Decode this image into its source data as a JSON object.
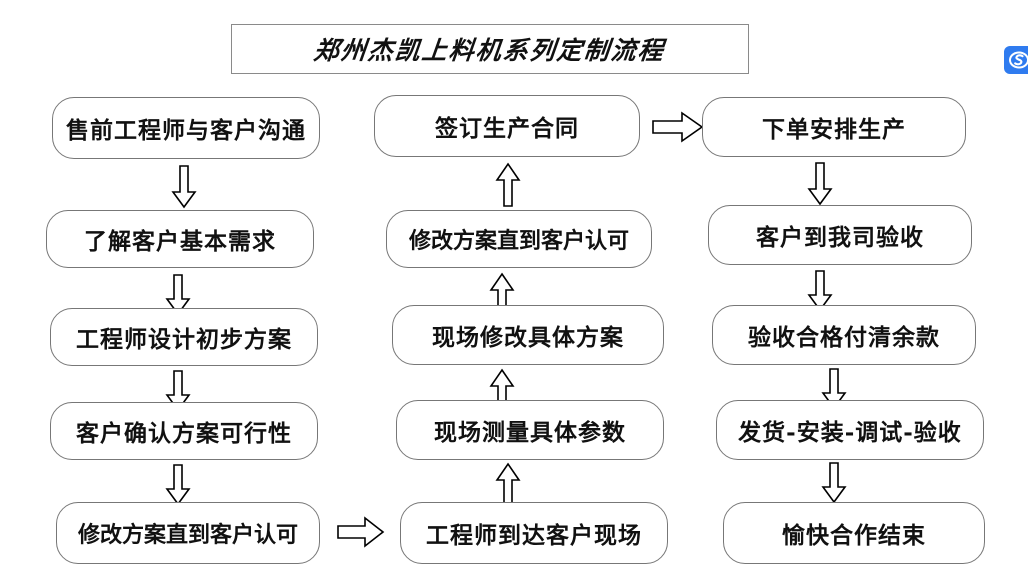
{
  "page": {
    "title": "郑州杰凯上料机系列定制流程",
    "background_color": "#ffffff",
    "border_color": "#777777",
    "text_color": "#111111",
    "watermark_color": "#2f7bef"
  },
  "flow": {
    "columns": [
      {
        "id": "column-1",
        "direction": "top-to-bottom",
        "nodes": [
          {
            "label": "售前工程师与客户沟通"
          },
          {
            "label": "了解客户基本需求"
          },
          {
            "label": "工程师设计初步方案"
          },
          {
            "label": "客户确认方案可行性"
          },
          {
            "label": "修改方案直到客户认可"
          }
        ]
      },
      {
        "id": "column-2",
        "direction": "bottom-to-top",
        "nodes": [
          {
            "label": "签订生产合同"
          },
          {
            "label": "修改方案直到客户认可"
          },
          {
            "label": "现场修改具体方案"
          },
          {
            "label": "现场测量具体参数"
          },
          {
            "label": "工程师到达客户现场"
          }
        ]
      },
      {
        "id": "column-3",
        "direction": "top-to-bottom",
        "nodes": [
          {
            "label": "下单安排生产"
          },
          {
            "label": "客户到我司验收"
          },
          {
            "label": "验收合格付清余款"
          },
          {
            "label": "发货-安装-调试-验收"
          },
          {
            "label": "愉快合作结束"
          }
        ]
      }
    ],
    "connectors": [
      {
        "id": "c1-a1",
        "direction": "down"
      },
      {
        "id": "c1-a2",
        "direction": "down"
      },
      {
        "id": "c1-a3",
        "direction": "down"
      },
      {
        "id": "c1-a4",
        "direction": "down"
      },
      {
        "id": "c1-to-c2",
        "direction": "right"
      },
      {
        "id": "c2-a1",
        "direction": "up"
      },
      {
        "id": "c2-a2",
        "direction": "up"
      },
      {
        "id": "c2-a3",
        "direction": "up"
      },
      {
        "id": "c2-a4",
        "direction": "up"
      },
      {
        "id": "c2-to-c3",
        "direction": "right"
      },
      {
        "id": "c3-a1",
        "direction": "down"
      },
      {
        "id": "c3-a2",
        "direction": "down"
      },
      {
        "id": "c3-a3",
        "direction": "down"
      },
      {
        "id": "c3-a4",
        "direction": "down"
      }
    ]
  },
  "watermark": {
    "glyph": "S",
    "label": "site-watermark-badge"
  }
}
